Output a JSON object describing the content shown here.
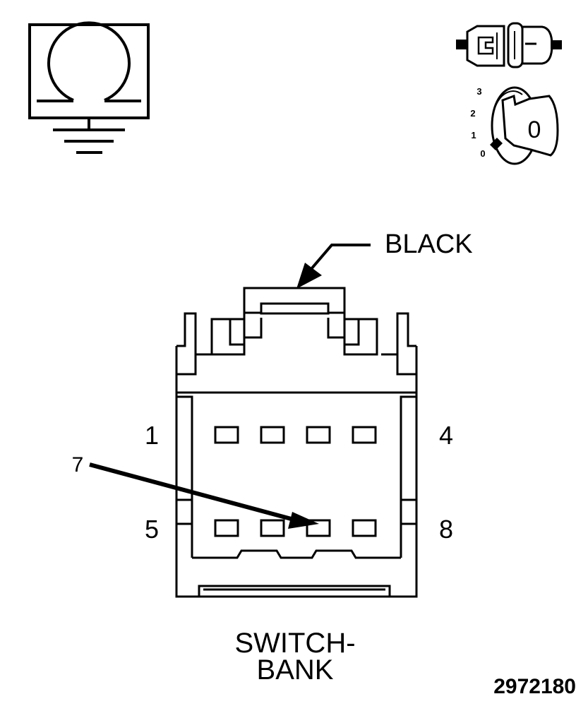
{
  "connector": {
    "color_label": "BLACK",
    "name_line1": "SWITCH-",
    "name_line2": "BANK"
  },
  "pins": {
    "pin_1": "1",
    "pin_4": "4",
    "pin_5": "5",
    "pin_7": "7",
    "pin_8": "8"
  },
  "ignition_key": {
    "positions": [
      "3",
      "2",
      "1",
      "0"
    ],
    "key_label": "0"
  },
  "figure_number": "2972180",
  "icons": {
    "meter": "ohmmeter-ground-icon",
    "connector": "connector-disconnected-icon",
    "key": "ignition-key-off-icon"
  },
  "colors": {
    "line": "#000000",
    "background": "#ffffff"
  }
}
